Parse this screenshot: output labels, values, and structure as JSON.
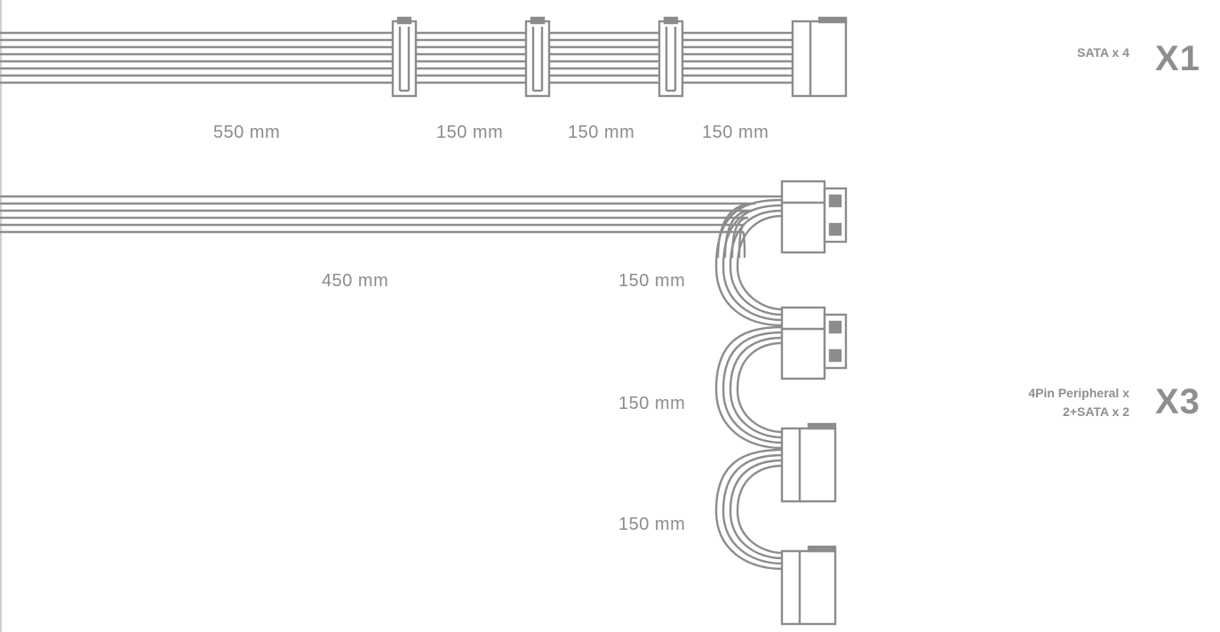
{
  "colors": {
    "line": "#8c8c8c",
    "text": "#8c8c8c",
    "background": "#ffffff"
  },
  "cable_sata": {
    "description": "SATA x 4",
    "quantity": "X1",
    "lengths": [
      "550 mm",
      "150 mm",
      "150 mm",
      "150 mm"
    ],
    "connectors": [
      "sata",
      "sata",
      "sata",
      "sata"
    ]
  },
  "cable_mixed": {
    "description_line1": "4Pin Peripheral x",
    "description_line2": "2+SATA x 2",
    "quantity": "X3",
    "lengths": [
      "450 mm",
      "150 mm",
      "150 mm",
      "150 mm"
    ],
    "connectors": [
      "4pin-peripheral",
      "4pin-peripheral",
      "sata",
      "sata"
    ]
  }
}
